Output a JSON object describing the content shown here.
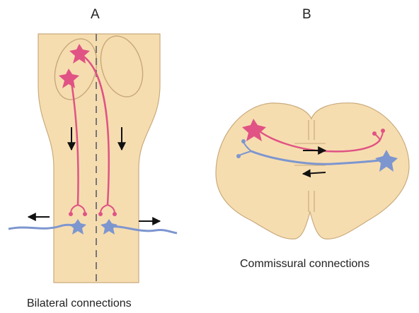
{
  "panels": {
    "a": {
      "label": "A",
      "caption": "Bilateral connections"
    },
    "b": {
      "label": "B",
      "caption": "Commissural connections"
    }
  },
  "colors": {
    "tissue_fill": "#f6ddb0",
    "tissue_stroke": "#c9ab7d",
    "excitatory_neuron": "#e05384",
    "inhibitory_neuron": "#7d96cf",
    "arrow": "#111111",
    "midline": "#777777"
  }
}
